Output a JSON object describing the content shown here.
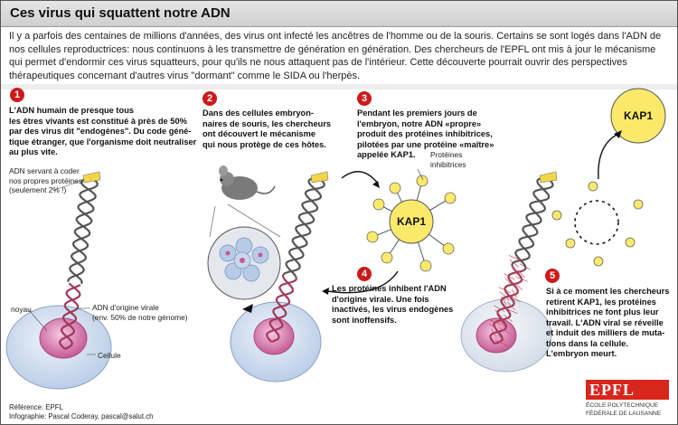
{
  "header": {
    "title": "Ces virus qui squattent notre ADN"
  },
  "intro": "Il y a parfois des centaines de millions d'années, des virus ont infecté les ancêtres de l'homme ou de la souris. Certains se sont logés dans l'ADN de nos cellules reproductrices: nous continuons à les transmettre de génération en génération. Des chercheurs de l'EPFL ont mis à jour le mécanisme qui permet d'endormir ces virus squatteurs, pour qu'ils ne nous attaquent pas de l'intérieur. Cette découverte pourrait ouvrir des perspectives thérapeutiques concernant d'autres virus \"dormant\" comme le SIDA ou l'herpès.",
  "steps": [
    {
      "number": "1",
      "text": [
        "L'ADN humain de presque tous",
        "les êtres vivants est constitué à près de 50%",
        "par des virus dit \"endogènes\". Du code géné-",
        "tique étranger, que l'organisme doit neutraliser",
        "au plus vite."
      ]
    },
    {
      "number": "2",
      "text": [
        "Dans des cellules embryon-",
        "naires de souris, les chercheurs",
        "ont découvert le mécanisme",
        "qui nous protège de ces hôtes."
      ]
    },
    {
      "number": "3",
      "text": [
        "Pendant les premiers jours de",
        "l'embryon, notre ADN «propre»",
        "produit des protéines inhibitrices,",
        "pilotées par une protéine «maître»",
        "appelée KAP1."
      ]
    },
    {
      "number": "4",
      "text": [
        "Les protéines inhibent l'ADN",
        "d'origine virale. Une fois",
        "inactivés, les virus endogènes",
        "sont inoffensifs."
      ]
    },
    {
      "number": "5",
      "text": [
        "Si à ce moment les chercheurs",
        "retirent KAP1, les protéines",
        "inhibitrices ne font plus leur",
        "travail. L'ADN viral se réveille",
        "et induit des milliers de muta-",
        "tions dans la cellule.",
        "L'embryon meurt."
      ]
    }
  ],
  "labels": {
    "coding_dna": [
      "ADN servant à coder",
      "nos propres protéines",
      "(seulement 2% !)"
    ],
    "viral_dna": [
      "ADN d'origine virale",
      "(env. 50% de notre génome)"
    ],
    "nucleus": "noyau",
    "cell": "Cellule",
    "inhibitors": [
      "Protéines",
      "inhibitrices"
    ],
    "kap1": "KAP1"
  },
  "footer": {
    "reference": "Référence: EPFL",
    "credit": "Infographie: Pascal Coderay, pascal@salut.ch"
  },
  "logo": {
    "word": "EPFL",
    "line1": "ÉCOLE POLYTECHNIQUE",
    "line2": "FÉDÉRALE DE LAUSANNE"
  },
  "colors": {
    "accent": "#cc1a1a",
    "kap1": "#fbe96b",
    "viral_dna": "#a13a5a",
    "cell": "#c9d7ec"
  }
}
